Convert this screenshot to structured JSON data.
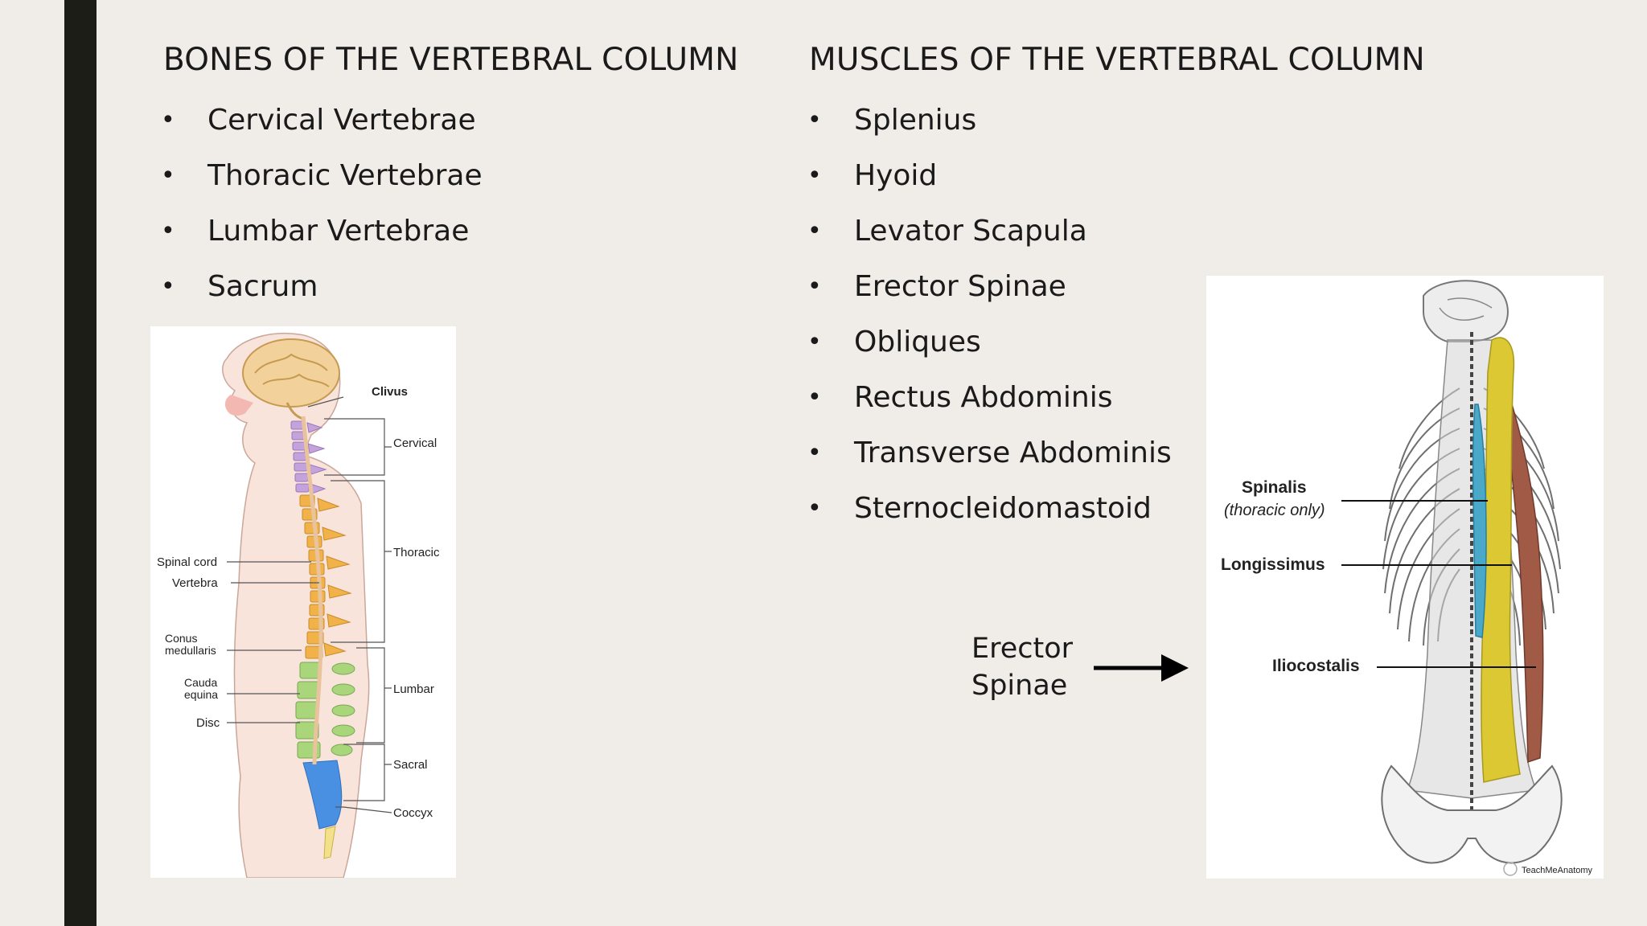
{
  "bones": {
    "heading": "BONES OF THE VERTEBRAL COLUMN",
    "items": [
      "Cervical Vertebrae",
      "Thoracic Vertebrae",
      "Lumbar Vertebrae",
      "Sacrum"
    ]
  },
  "muscles": {
    "heading": "MUSCLES OF THE VERTEBRAL COLUMN",
    "items": [
      "Splenius",
      "Hyoid",
      "Levator Scapula",
      "Erector Spinae",
      "Obliques",
      "Rectus Abdominis",
      "Transverse Abdominis",
      "Sternocleidomastoid"
    ]
  },
  "bullet": "•",
  "spine_figure": {
    "labels": {
      "clivus": "Clivus",
      "cervical": "Cervical",
      "thoracic": "Thoracic",
      "lumbar": "Lumbar",
      "sacral": "Sacral",
      "coccyx": "Coccyx",
      "spinal_cord": "Spinal cord",
      "vertebra": "Vertebra",
      "conus_1": "Conus",
      "conus_2": "medullaris",
      "cauda_1": "Cauda",
      "cauda_2": "equina",
      "disc": "Disc"
    }
  },
  "muscle_figure": {
    "labels": {
      "spinalis": "Spinalis",
      "spinalis_note": "(thoracic only)",
      "longissimus": "Longissimus",
      "iliocostalis": "Iliocostalis"
    },
    "credit": "TeachMeAnatomy",
    "colors": {
      "spinalis": "#4aa8c8",
      "longissimus": "#dcc832",
      "iliocostalis": "#a05a46"
    }
  },
  "caption": {
    "line1": "Erector",
    "line2": "Spinae"
  }
}
